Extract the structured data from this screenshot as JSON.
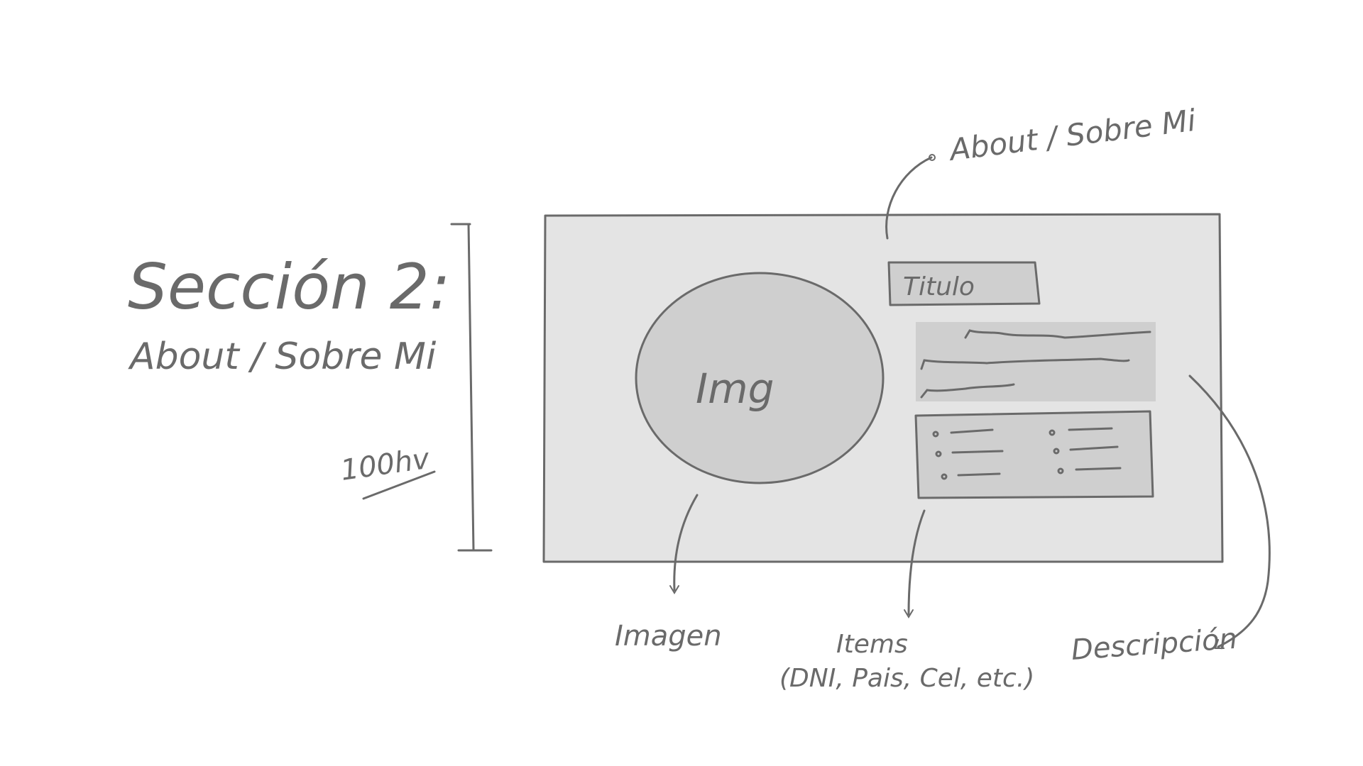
{
  "section": {
    "title": "Sección 2:",
    "subtitle": "About / Sobre Mi",
    "height_label": "100hv"
  },
  "wireframe": {
    "top_callout": "About / Sobre Mi",
    "title_box_label": "Titulo",
    "image_label": "Img"
  },
  "annotations": {
    "image": "Imagen",
    "items_line1": "Items",
    "items_line2": "(DNI, Pais, Cel, etc.)",
    "description": "Descripción"
  },
  "colors": {
    "stroke": "#6a6a6a",
    "panel_fill": "#e4e4e4",
    "inner_fill": "#cfcfcf",
    "background": "#ffffff"
  }
}
